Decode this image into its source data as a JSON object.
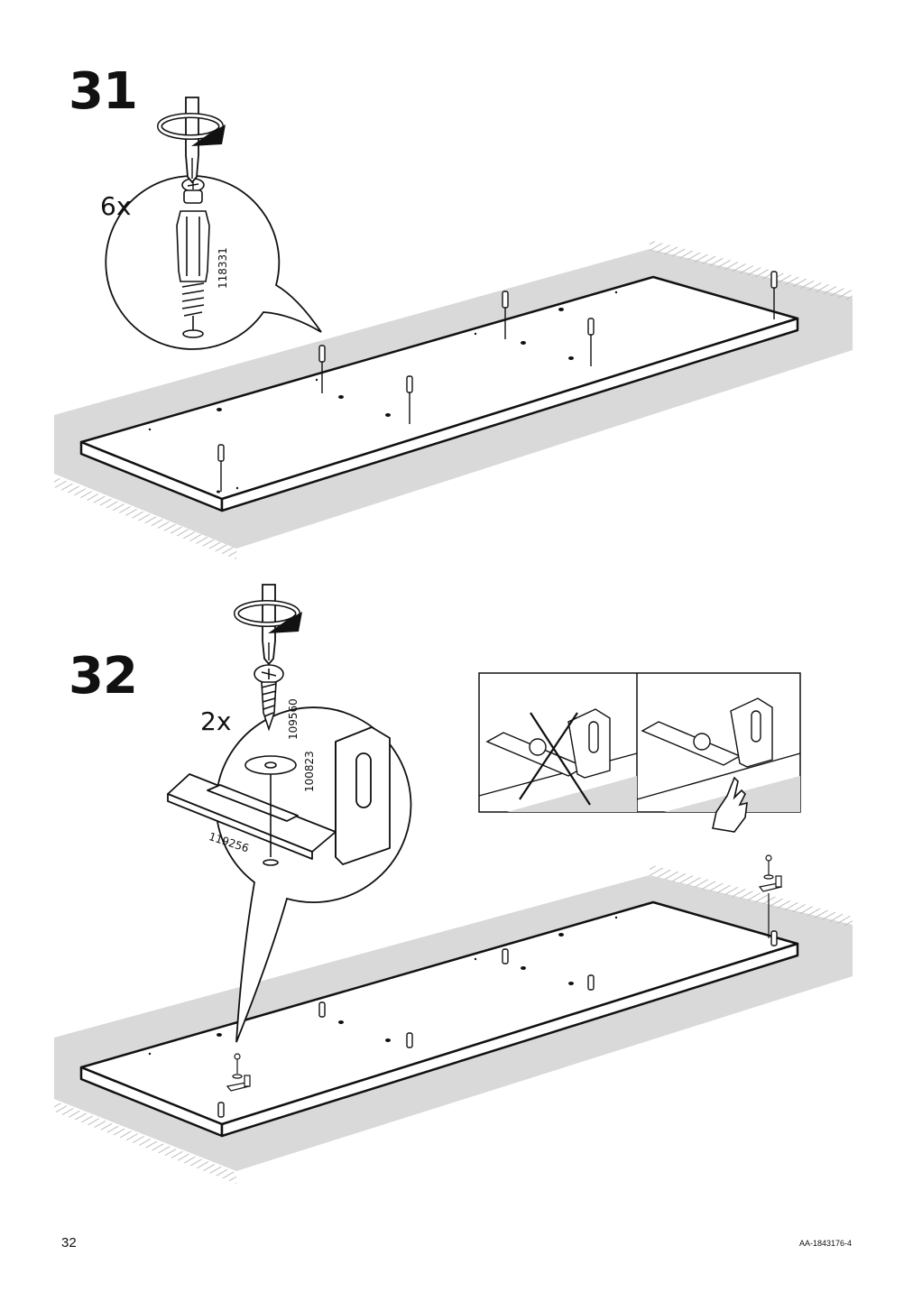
{
  "step31": {
    "number": "31",
    "quantity": "6x",
    "part_number": "118331"
  },
  "step32": {
    "number": "32",
    "quantity": "2x",
    "part_screw": "109560",
    "part_washer": "100823",
    "part_bracket": "119256"
  },
  "footer": {
    "page_number": "32",
    "document_id": "AA-1843176-4"
  },
  "colors": {
    "floor_shadow": "#d7d7d7",
    "line": "#111111"
  },
  "icons": [
    "screwdriver-icon",
    "rotate-arrow-icon",
    "cross-out-icon",
    "hand-press-icon"
  ]
}
